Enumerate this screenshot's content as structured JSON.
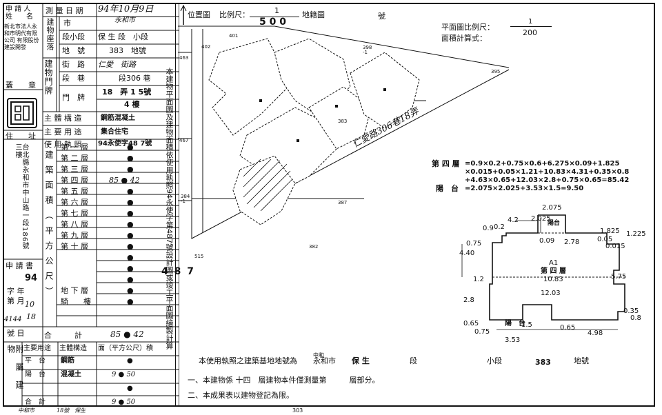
{
  "left_table": {
    "applicant_label": "申 請 人\n姓　　名",
    "applicant_name": "新北市法人永和市明代有限公司\n有限股份\n建設開發",
    "seal_label": "蓋　　章",
    "address_label": "住　　址",
    "address_value": "台北縣永和市中山路一段186號三樓",
    "app_no_label": "申 請 書",
    "app_no_year": "94",
    "app_no_word": "字 年\n第 月",
    "app_no_month": "10",
    "app_no_num": "4144",
    "app_no_day": "18",
    "app_no_suffix": "號 日",
    "survey_date_label": "測 量 日 期",
    "survey_date_value": "94年10月9日",
    "bldg_loc_label": "建物座落",
    "city_label": "市",
    "city_value": "永和市",
    "section_label": "段小段",
    "section_value": "保 生 段　小段",
    "lot_label": "地　號",
    "lot_value": "383　地號",
    "street_label": "街　路",
    "street_value": "仁愛　街路",
    "lane_label": "段　巷",
    "lane_value": "段306 巷",
    "door_label": "門　牌",
    "door_value": "18　弄 1 5號",
    "floor_value": "4 樓",
    "main_structure_label": "主 體 構 造",
    "main_structure_value": "鋼筋混凝土",
    "main_use_label": "主 要 用 途",
    "main_use_value": "集合住宅",
    "permit_label": "使 用 執 照",
    "permit_value": "94永使字48 7號",
    "floors_group_label": "建築面積（平方公尺）",
    "floors": [
      {
        "label": "第 一 層",
        "value": "●"
      },
      {
        "label": "第 二 層",
        "value": "●"
      },
      {
        "label": "第 三 層",
        "value": "●"
      },
      {
        "label": "第 四 層",
        "value": "85 ● 42"
      },
      {
        "label": "第 五 層",
        "value": "●"
      },
      {
        "label": "第 六 層",
        "value": "●"
      },
      {
        "label": "第 七 層",
        "value": "●"
      },
      {
        "label": "第 八 層",
        "value": "●"
      },
      {
        "label": "第 九 層",
        "value": "●"
      },
      {
        "label": "第 十 層",
        "value": "●"
      },
      {
        "label": "",
        "value": "●"
      },
      {
        "label": "",
        "value": "●"
      },
      {
        "label": "",
        "value": "●"
      },
      {
        "label": "地 下 層",
        "value": "●"
      },
      {
        "label": "騎　　樓",
        "value": "●"
      }
    ],
    "total_label": "合　　　計",
    "total_value": "85 ● 42",
    "annex_label": "附屬建物",
    "annex_use_label": "主要用途",
    "annex_struct_label": "主體構造",
    "annex_area_label": "面（平方公尺）積",
    "annex_rows": [
      {
        "use": "平　台",
        "struct": "鋼筋",
        "area": "●"
      },
      {
        "use": "陽　台",
        "struct": "混凝土",
        "area": "9 ● 50"
      },
      {
        "use": "",
        "struct": "",
        "area": "●"
      },
      {
        "use": "合　計",
        "struct": "",
        "area": "9 ● 50"
      }
    ],
    "bottom_cut_text": "中和市　　　　18號　保生"
  },
  "location_map": {
    "label": "位置圖",
    "scale_label": "比例尺：",
    "scale_num": "1",
    "scale_den": "5 0 0",
    "cadastral_label": "地籍圖",
    "number_label": "號",
    "lot_numbers": [
      "401",
      "402",
      "398\n-1",
      "395",
      "463",
      "467",
      "384\n-1",
      "387",
      "383",
      "382",
      "515"
    ],
    "road_text": "仁愛路306巷18弄",
    "bottom_number": "303"
  },
  "vertical_note": "本建物平面圖及建物面積依使用執照94永使字第487號設計圖或竣工平面圖繪製計算",
  "vertical_note_number": "4 8 7",
  "plan": {
    "scale_label": "平面圖比例尺：",
    "scale_num": "1",
    "scale_den": "200",
    "calc_label": "面積計算式：",
    "calc_floor_label": "第 四 層",
    "calc_floor_expr": "=0.9×0.2+0.75×0.6+6.275×0.09+1.825\n×0.015+0.05×1.21+10.83×4.31+0.35×0.8\n+4.63×0.65+12.03×2.8+0.75×0.65=85.42",
    "calc_balcony_label": "陽　台",
    "calc_balcony_expr": "=2.075×2.025+3.53×1.5=9.50",
    "unit_label": "A1",
    "floor_name": "第 四 層",
    "balcony_top": "陽台",
    "balcony_bottom": "陽　台",
    "dims": [
      "2.075",
      "4.2",
      "2.025",
      "0.9",
      "0.2",
      "1.825",
      "1.225",
      "0.75",
      "0.09",
      "2.78",
      "0.05",
      "0.015",
      "4.40",
      "1.2",
      "10.83",
      "5.75",
      "12.03",
      "2.8",
      "0.35",
      "0.8",
      "0.65",
      "0.75",
      "1.5",
      "0.65",
      "4.98",
      "3.53"
    ]
  },
  "footer": {
    "line1_prefix": "本使用執照之建築基地地號為",
    "line1_city_top": "中和",
    "line1_city": "永和市",
    "line1_section": "保 生",
    "line1_duan": "段",
    "line1_xiaoduan": "小段",
    "line1_lot": "383",
    "line1_lot_label": "地號",
    "line2": "一、本建物係 十四　層建物本件僅測量第　　　層部分。",
    "line3": "二、本成果表以建物登記為限。"
  }
}
